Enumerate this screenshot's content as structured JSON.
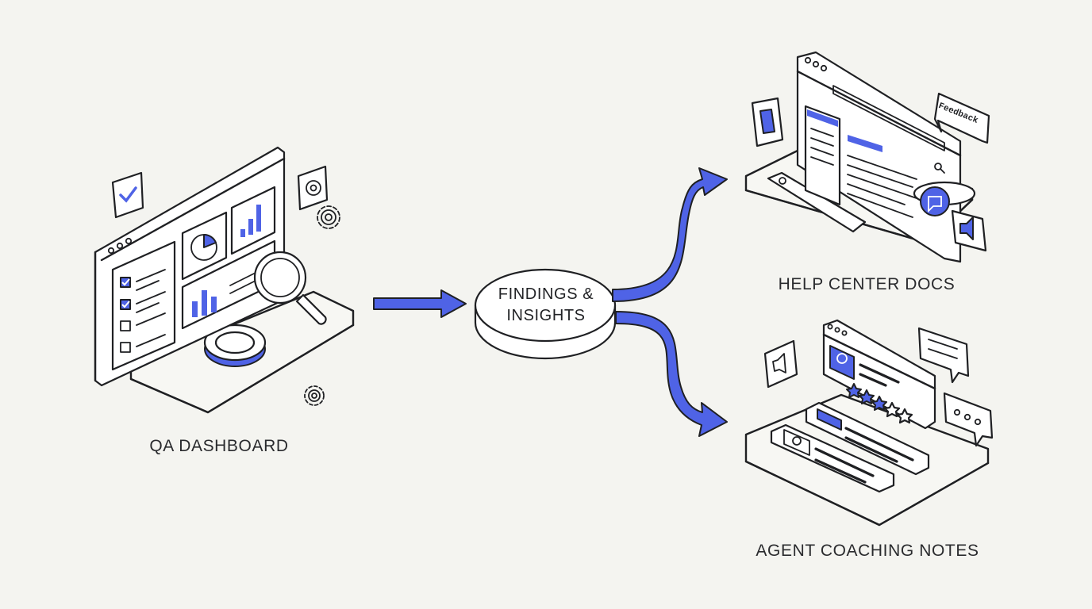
{
  "diagram": {
    "source_label": "QA DASHBOARD",
    "hub_label_line1": "FINDINGS &",
    "hub_label_line2": "INSIGHTS",
    "target_top_label": "HELP CENTER DOCS",
    "target_bottom_label": "AGENT COACHING NOTES",
    "feedback_bubble_text": "Feedback"
  },
  "colors": {
    "accent": "#4f63e6",
    "ink": "#1f2023",
    "background": "#f4f4f0"
  },
  "icons": [
    "checkmark-icon",
    "gear-icon",
    "magnifier-icon",
    "pie-chart-icon",
    "bar-chart-icon",
    "document-icon",
    "chat-icon",
    "speaker-icon",
    "search-icon",
    "avatar-icon",
    "star-icon",
    "speech-bubble-icon"
  ]
}
